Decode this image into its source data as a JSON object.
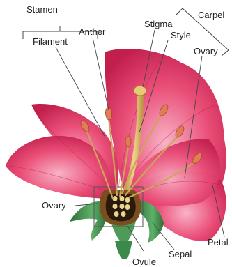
{
  "labels": {
    "stamen": "Stamen",
    "carpel": "Carpel",
    "stigma": "Stigma",
    "anther": "Anther",
    "filament": "Filament",
    "style": "Style",
    "ovary_top": "Ovary",
    "ovary_left": "Ovary",
    "petal": "Petal",
    "sepal": "Sepal",
    "ovule": "Ovule"
  },
  "colors": {
    "petal": "#e8466f",
    "petal_light": "#f59ab5",
    "petal_dark": "#c21f4d",
    "pistil": "#d9b46a",
    "anther": "#e0855a",
    "sepal": "#3c8a4a",
    "line": "#444444",
    "text": "#222222"
  }
}
